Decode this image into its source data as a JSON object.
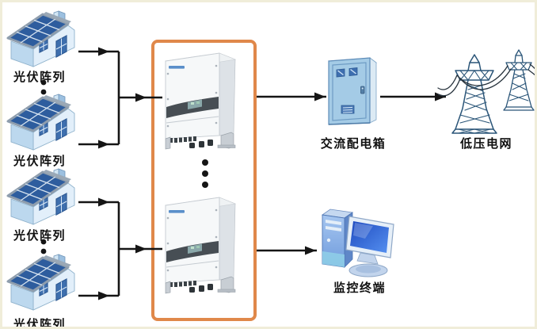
{
  "diagram": {
    "title_hint": "PV grid-connected system diagram",
    "pv_array": {
      "label": "光伏阵列",
      "count": 4
    },
    "inverter_group": {
      "accent_color": "#E0884A",
      "count": 2
    },
    "ac_box": {
      "label": "交流配电箱"
    },
    "grid": {
      "label": "低压电网"
    },
    "monitor": {
      "label": "监控终端"
    },
    "connector_color": "#151515"
  }
}
